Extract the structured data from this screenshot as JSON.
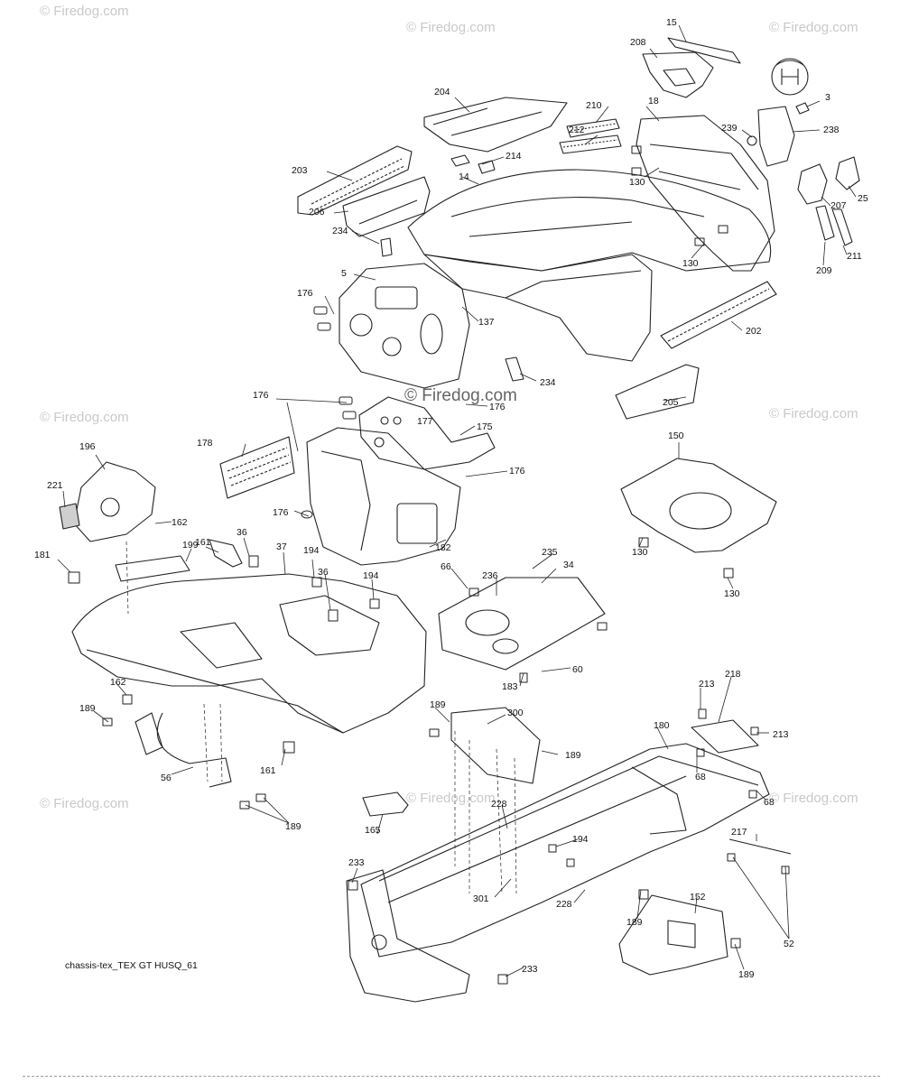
{
  "watermarks": {
    "top_left": "© Firedog.com",
    "top_center": "© Firedog.com",
    "top_right": "© Firedog.com",
    "mid_left": "© Firedog.com",
    "mid_center": "© Firedog.com",
    "mid_right": "© Firedog.com",
    "lower_left": "© Firedog.com",
    "lower_center": "© Firedog.com",
    "lower_right": "© Firedog.com"
  },
  "caption": "chassis-tex_TEX GT HUSQ_61",
  "callouts": {
    "c15": "15",
    "c208": "208",
    "c3": "3",
    "c204": "204",
    "c210": "210",
    "c18": "18",
    "c239": "239",
    "c238": "238",
    "c212": "212",
    "c214": "214",
    "c130a": "130",
    "c203": "203",
    "c14": "14",
    "c25": "25",
    "c207": "207",
    "c206": "206",
    "c234a": "234",
    "c130b": "130",
    "c211": "211",
    "c209": "209",
    "c5": "5",
    "c176a": "176",
    "c137": "137",
    "c202": "202",
    "c234b": "234",
    "c176b": "176",
    "c176c": "176",
    "c177": "177",
    "c205": "205",
    "c175": "175",
    "c178": "178",
    "c150": "150",
    "c176d": "176",
    "c196": "196",
    "c221": "221",
    "c176e": "176",
    "c162a": "162",
    "c182": "182",
    "c161a": "161",
    "c36a": "36",
    "c130c": "130",
    "c181a": "181",
    "c199": "199",
    "c37": "37",
    "c194a": "194",
    "c235": "235",
    "c66": "66",
    "c236": "236",
    "c34": "34",
    "c36b": "36",
    "c194b": "194",
    "c130d": "130",
    "c60": "60",
    "c162b": "162",
    "c183": "183",
    "c189a": "189",
    "c213a": "213",
    "c218": "218",
    "c189b": "189",
    "c300": "300",
    "c180": "180",
    "c213b": "213",
    "c189c": "189",
    "c68a": "68",
    "c161b": "161",
    "c56": "56",
    "c68b": "68",
    "c228a": "228",
    "c165": "165",
    "c189d": "189",
    "c194c": "194",
    "c217": "217",
    "c233a": "233",
    "c301": "301",
    "c228b": "228",
    "c152": "152",
    "c189e": "189",
    "c52": "52",
    "c189f": "189",
    "c233b": "233"
  },
  "logo_text": "H"
}
